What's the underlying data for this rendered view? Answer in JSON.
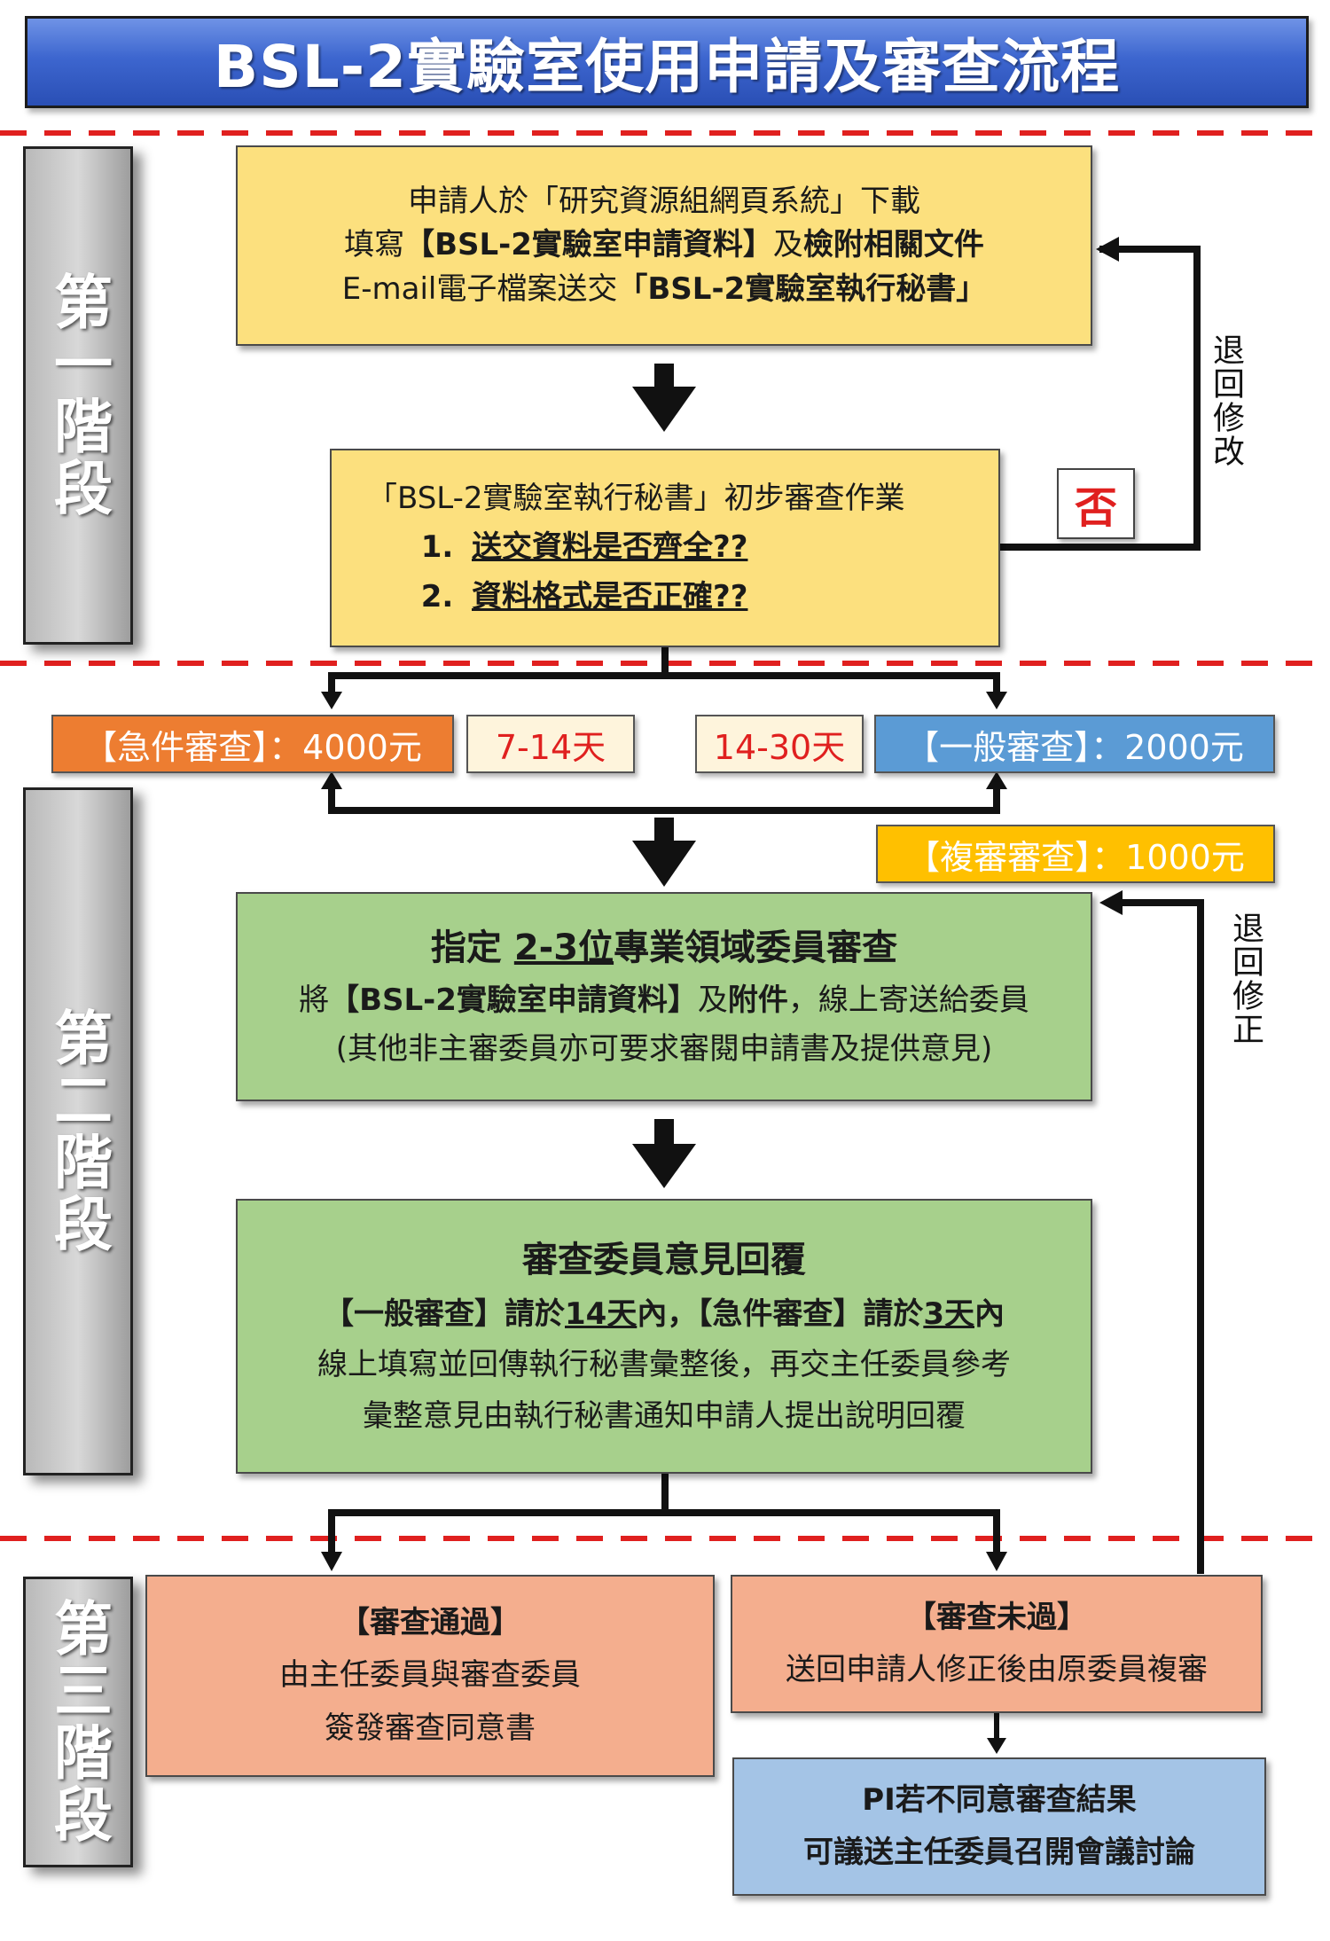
{
  "title": "BSL-2實驗室使用申請及審查流程",
  "stages": [
    "第一階段",
    "第二階段",
    "第三階段"
  ],
  "stage1": {
    "box1": {
      "line1": "申請人於「研究資源組網頁系統」下載",
      "line2_pre": "填寫",
      "line2_bold": "【BSL-2實驗室申請資料】",
      "line2_mid": "及",
      "line2_bold2": "檢附相關文件",
      "line3_pre": "E-mail電子檔案送交",
      "line3_bold": "「BSL-2實驗室執行秘書」"
    },
    "box2": {
      "line1": "「BSL-2實驗室執行秘書」初步審查作業",
      "item1_num": "1.",
      "item1": "送交資料是否齊全??",
      "item2_num": "2.",
      "item2": "資料格式是否正確??"
    },
    "no_label": "否",
    "return_label": "退回修改"
  },
  "fees": {
    "urgent": "【急件審查】：4000元",
    "urgent_days": "7-14天",
    "general_days": "14-30天",
    "general": "【一般審查】：2000元",
    "rereview": "【複審審查】：1000元"
  },
  "stage2": {
    "box3": {
      "title_pre": "指定 ",
      "title_u": "2-3位",
      "title_post": "專業領域委員審查",
      "line2_pre": "將",
      "line2_bold": "【BSL-2實驗室申請資料】",
      "line2_mid": "及",
      "line2_bold2": "附件",
      "line2_post": "，線上寄送給委員",
      "line3": "(其他非主審委員亦可要求審閱申請書及提供意見)"
    },
    "box4": {
      "title": "審查委員意見回覆",
      "line2_a": "【一般審查】請於",
      "line2_a_u": "14天",
      "line2_a_post": "內，",
      "line2_b": "【急件審查】請於",
      "line2_b_u": "3天",
      "line2_b_post": "內",
      "line3": "線上填寫並回傳執行秘書彙整後，再交主任委員參考",
      "line4": "彙整意見由執行秘書通知申請人提出說明回覆"
    },
    "return_label": "退回修正"
  },
  "stage3": {
    "pass": {
      "title": "【審查通過】",
      "line1": "由主任委員與審查委員",
      "line2": "簽發審查同意書"
    },
    "fail": {
      "title": "【審查未過】",
      "line1": "送回申請人修正後由原委員複審"
    },
    "pi": {
      "line1": "PI若不同意審查結果",
      "line2": "可議送主任委員召開會議討論"
    }
  },
  "colors": {
    "title_bg": "#3d66cf",
    "yellow": "#fce07e",
    "green": "#a7d08c",
    "salmon": "#f4ae8e",
    "blue": "#a4c4e6",
    "urgent": "#ed7d31",
    "general": "#5b9bd5",
    "rereview": "#ffc000",
    "dash": "#e0201f"
  }
}
